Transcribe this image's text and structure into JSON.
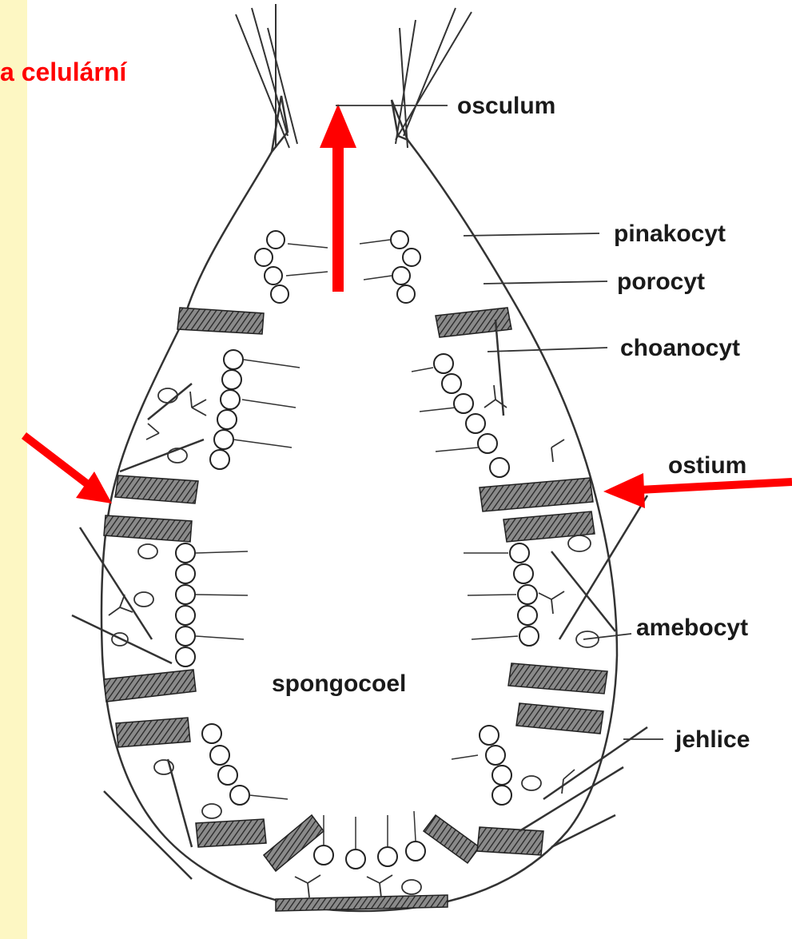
{
  "slide": {
    "title_fragment": "a celulární",
    "accent_color": "#ff0000",
    "strip_color": "#fdf7c3"
  },
  "diagram": {
    "labels": {
      "osculum": "osculum",
      "pinakocyt": "pinakocyt",
      "porocyt": "porocyt",
      "choanocyt": "choanocyt",
      "ostium": "ostium",
      "amebocyt": "amebocyt",
      "jehlice": "jehlice",
      "spongocoel": "spongocoel"
    },
    "flow_arrows": [
      "inflow-left",
      "inflow-right",
      "outflow-osculum"
    ]
  }
}
